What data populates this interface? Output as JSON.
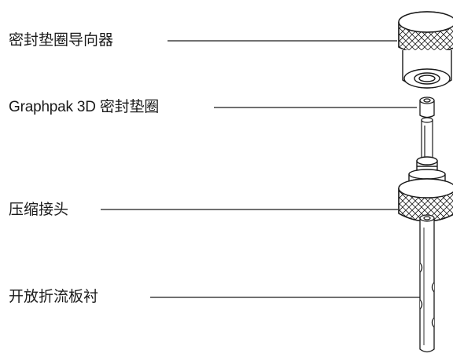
{
  "labels": {
    "ferrule_guide": "密封垫圈导向器",
    "graphpak_ferrule": "Graphpak 3D 密封垫圈",
    "compression_fitting": "压缩接头",
    "open_flow_liner": "开放折流板衬"
  },
  "colors": {
    "ink": "#1a1a1a",
    "fill": "#ffffff"
  }
}
